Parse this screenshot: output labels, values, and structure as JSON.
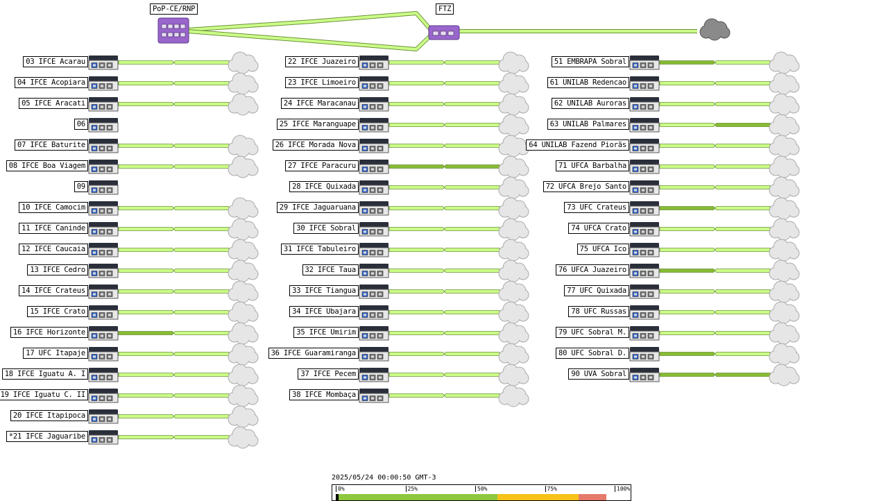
{
  "core": {
    "pop_label": "PoP-CE/RNP",
    "ftz_label": "FTZ",
    "pop_icon": "purple-router-icon",
    "ftz_icon": "purple-router-icon",
    "cloud_icon": "dark-cloud-icon"
  },
  "device_icon": "switch-icon",
  "cloud_icon": "cloud-icon",
  "columns": [
    {
      "nodes": [
        {
          "label": "03 IFCE Acarau",
          "link": "ok",
          "out": "ok"
        },
        {
          "label": "04 IFCE Acopiara",
          "link": "ok",
          "out": "ok"
        },
        {
          "label": "05 IFCE Aracati",
          "link": "ok",
          "out": "ok"
        },
        {
          "label": "06",
          "link": "none",
          "out": "none"
        },
        {
          "label": "07 IFCE Baturite",
          "link": "ok",
          "out": "ok"
        },
        {
          "label": "08 IFCE Boa Viagem",
          "link": "ok",
          "out": "ok"
        },
        {
          "label": "09",
          "link": "none",
          "out": "none"
        },
        {
          "label": "10 IFCE Camocim",
          "link": "ok",
          "out": "ok"
        },
        {
          "label": "11 IFCE Caninde",
          "link": "ok",
          "out": "ok"
        },
        {
          "label": "12 IFCE Caucaia",
          "link": "ok",
          "out": "ok"
        },
        {
          "label": "13 IFCE Cedro",
          "link": "ok",
          "out": "ok"
        },
        {
          "label": "14 IFCE Crateus",
          "link": "ok",
          "out": "ok"
        },
        {
          "label": "15 IFCE Crato",
          "link": "ok",
          "out": "ok"
        },
        {
          "label": "16 IFCE Horizonte",
          "link": "busy",
          "out": "ok"
        },
        {
          "label": "17 UFC Itapaje",
          "link": "ok",
          "out": "ok"
        },
        {
          "label": "18 IFCE Iguatu A. I",
          "link": "ok",
          "out": "ok"
        },
        {
          "label": "19 IFCE Iguatu C. II",
          "link": "ok",
          "out": "ok"
        },
        {
          "label": "20 IFCE Itapipoca",
          "link": "ok",
          "out": "ok"
        },
        {
          "label": "*21 IFCE Jaguaribe",
          "link": "ok",
          "out": "ok"
        }
      ]
    },
    {
      "nodes": [
        {
          "label": "22 IFCE Juazeiro",
          "link": "ok",
          "out": "ok"
        },
        {
          "label": "23 IFCE Limoeiro",
          "link": "ok",
          "out": "ok"
        },
        {
          "label": "24 IFCE Maracanau",
          "link": "ok",
          "out": "ok"
        },
        {
          "label": "25 IFCE Maranguape",
          "link": "ok",
          "out": "ok"
        },
        {
          "label": "26 IFCE Morada Nova",
          "link": "ok",
          "out": "ok"
        },
        {
          "label": "27 IFCE Paracuru",
          "link": "busy",
          "out": "busy"
        },
        {
          "label": "28 IFCE Quixada",
          "link": "ok",
          "out": "ok"
        },
        {
          "label": "29 IFCE Jaguaruana",
          "link": "ok",
          "out": "ok"
        },
        {
          "label": "30 IFCE Sobral",
          "link": "ok",
          "out": "ok"
        },
        {
          "label": "31 IFCE Tabuleiro",
          "link": "ok",
          "out": "ok"
        },
        {
          "label": "32 IFCE Taua",
          "link": "ok",
          "out": "ok"
        },
        {
          "label": "33 IFCE Tiangua",
          "link": "ok",
          "out": "ok"
        },
        {
          "label": "34 IFCE Ubajara",
          "link": "ok",
          "out": "ok"
        },
        {
          "label": "35 IFCE Umirim",
          "link": "ok",
          "out": "ok"
        },
        {
          "label": "36 IFCE Guaramiranga",
          "link": "ok",
          "out": "ok"
        },
        {
          "label": "37 IFCE Pecem",
          "link": "ok",
          "out": "ok"
        },
        {
          "label": "38 IFCE Mombaça",
          "link": "ok",
          "out": "ok"
        }
      ]
    },
    {
      "nodes": [
        {
          "label": "51 EMBRAPA Sobral",
          "link": "busy",
          "out": "ok"
        },
        {
          "label": "61 UNILAB Redencao",
          "link": "ok",
          "out": "ok"
        },
        {
          "label": "62 UNILAB Auroras",
          "link": "ok",
          "out": "ok"
        },
        {
          "label": "63 UNILAB Palmares",
          "link": "ok",
          "out": "busy"
        },
        {
          "label": "64 UNILAB Fazend Piorãs",
          "link": "ok",
          "out": "ok"
        },
        {
          "label": "71 UFCA Barbalha",
          "link": "ok",
          "out": "ok"
        },
        {
          "label": "72 UFCA Brejo Santo",
          "link": "ok",
          "out": "ok"
        },
        {
          "label": "73 UFC Crateus",
          "link": "busy",
          "out": "ok"
        },
        {
          "label": "74 UFCA Crato",
          "link": "ok",
          "out": "ok"
        },
        {
          "label": "75 UFCA Ico",
          "link": "ok",
          "out": "ok"
        },
        {
          "label": "76 UFCA Juazeiro",
          "link": "busy",
          "out": "ok"
        },
        {
          "label": "77 UFC Quixada",
          "link": "ok",
          "out": "ok"
        },
        {
          "label": "78 UFC Russas",
          "link": "ok",
          "out": "ok"
        },
        {
          "label": "79 UFC Sobral M.",
          "link": "ok",
          "out": "ok"
        },
        {
          "label": "80 UFC Sobral D.",
          "link": "busy",
          "out": "ok"
        },
        {
          "label": "90 UVA Sobral",
          "link": "busy",
          "out": "busy"
        }
      ]
    }
  ],
  "colors": {
    "ok": "#ccff88",
    "busy": "#88bb33",
    "outline": "#6a8f3a",
    "device_body": "#2a2f3a",
    "device_face": "#e8e8e8",
    "device_port": "#3366cc",
    "router": "#9966cc",
    "cloud": "#e6e6e6",
    "cloud_dark": "#8a8a8a"
  },
  "timestamp": "2025/05/24 00:00:50 GMT-3",
  "legend": {
    "ticks": [
      "0%",
      "25%",
      "50%",
      "75%",
      "100%"
    ],
    "bands": [
      {
        "from": 0,
        "to": 1,
        "color": "#000000"
      },
      {
        "from": 1,
        "to": 58,
        "color": "#8ec63f"
      },
      {
        "from": 58,
        "to": 87,
        "color": "#f7c21a"
      },
      {
        "from": 87,
        "to": 97,
        "color": "#e57a6c"
      }
    ]
  }
}
